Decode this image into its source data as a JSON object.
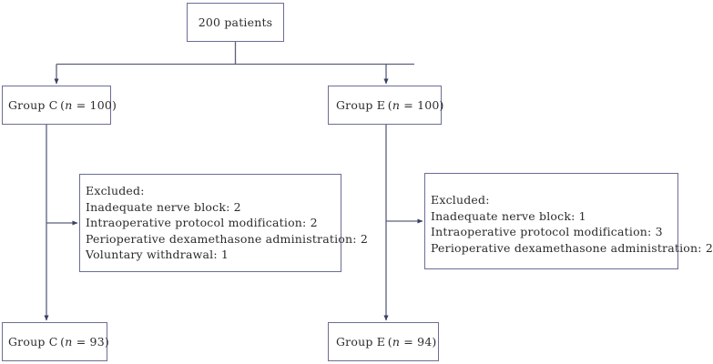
{
  "diagram": {
    "type": "flowchart",
    "title_node": "200 patients",
    "colors": {
      "border": "#6a6e96",
      "text": "#2b2b2b",
      "connector": "#5a5f7d",
      "background": "#ffffff"
    },
    "nodes": {
      "enrolled": {
        "label": "200 patients"
      },
      "group_c": {
        "prefix": "Group C (",
        "n_symbol": "n",
        "suffix": " = 100)"
      },
      "group_e": {
        "prefix": "Group E (",
        "n_symbol": "n",
        "suffix": " = 100)"
      },
      "excluded_c": {
        "heading": "Excluded:",
        "items": [
          "Inadequate nerve block: 2",
          "Intraoperative protocol modification: 2",
          "Perioperative dexamethasone administration: 2",
          "Voluntary withdrawal: 1"
        ]
      },
      "excluded_e": {
        "heading": "Excluded:",
        "items": [
          "Inadequate nerve block: 1",
          "Intraoperative protocol modification: 3",
          "Perioperative dexamethasone administration: 2"
        ]
      },
      "final_c": {
        "prefix": "Group C (",
        "n_symbol": "n",
        "suffix": " = 93)"
      },
      "final_e": {
        "prefix": "Group E (",
        "n_symbol": "n",
        "suffix": " = 94)"
      }
    }
  }
}
